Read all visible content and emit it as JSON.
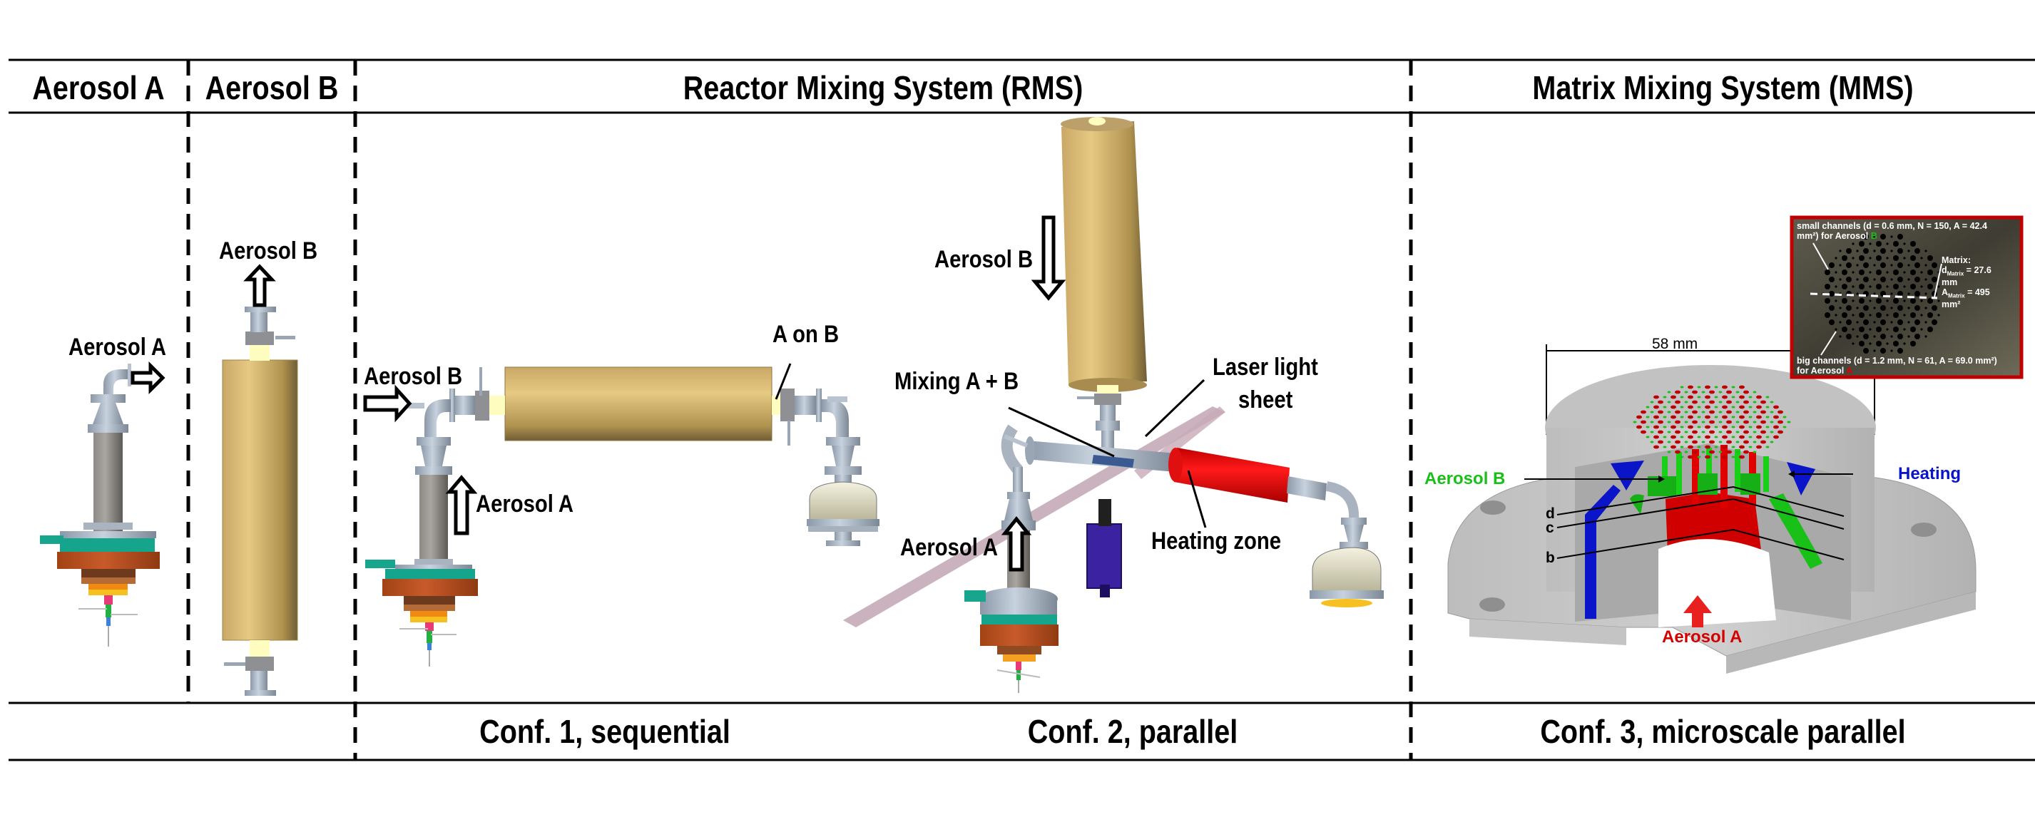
{
  "figure": {
    "header": {
      "col_aerosol_a": "Aerosol A",
      "col_aerosol_b": "Aerosol B",
      "col_rms": "Reactor Mixing System (RMS)",
      "col_mms": "Matrix Mixing System (MMS)"
    },
    "footer": {
      "conf1": "Conf. 1, sequential",
      "conf2": "Conf. 2, parallel",
      "conf3": "Conf. 3, microscale parallel"
    },
    "aerosol_a_panel": {
      "outlet_label": "Aerosol A"
    },
    "aerosol_b_panel": {
      "outlet_label": "Aerosol B"
    },
    "conf1_panel": {
      "inlet_b_label": "Aerosol B",
      "inlet_a_label": "Aerosol A",
      "outlet_label": "A on B"
    },
    "conf2_panel": {
      "inlet_b_label": "Aerosol B",
      "inlet_a_label": "Aerosol A",
      "mixing_label": "Mixing A + B",
      "laser_label_line1": "Laser light",
      "laser_label_line2": "sheet",
      "heating_label": "Heating zone"
    },
    "mms_panel": {
      "dimension_label": "58 mm",
      "aerosol_b_label": "Aerosol B",
      "aerosol_a_label": "Aerosol A",
      "heating_label": "Heating",
      "callouts": [
        "d",
        "c",
        "b"
      ],
      "inset": {
        "small_channels_line1": "small channels (d = 0.6 mm, N = 150, A = 42.4",
        "small_channels_line2_prefix": "mm²) for Aerosol ",
        "small_channels_line2_suffix": "B",
        "matrix_title": "Matrix:",
        "d_matrix_symbol": "d",
        "d_matrix_sub": "Matrix",
        "d_matrix_value": " = 27.6",
        "d_matrix_unit": "mm",
        "a_matrix_symbol": "A",
        "a_matrix_sub": "Matrix",
        "a_matrix_value": " = 495",
        "a_matrix_unit": "mm²",
        "big_channels_line1": "big channels (d = 1.2 mm, N = 61, A = 69.0 mm²)",
        "big_channels_line2_prefix": "for Aerosol ",
        "big_channels_line2_suffix": "A"
      }
    },
    "colors": {
      "aerosol_a": "#d40000",
      "aerosol_b": "#18c018",
      "heating": "#0a14c8",
      "reactor": "#c8aa6a",
      "heating_zone": "#e00000",
      "inset_frame": "#c00000"
    }
  }
}
